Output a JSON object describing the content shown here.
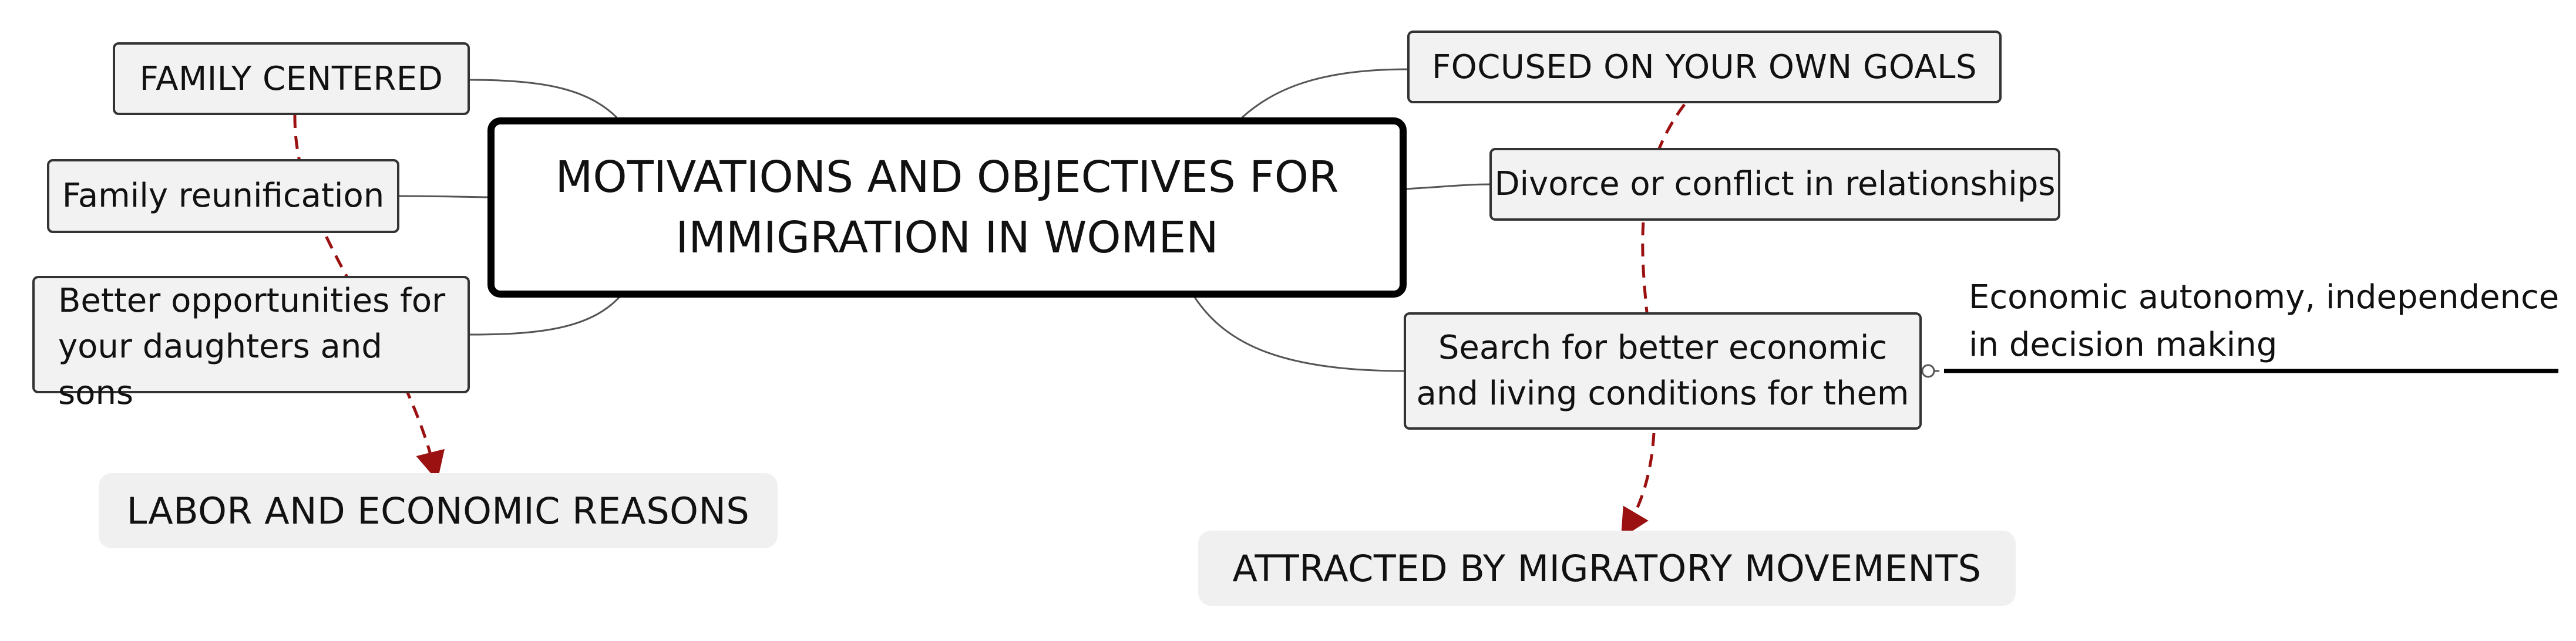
{
  "map": {
    "central": {
      "line1": "MOTIVATIONS AND OBJECTIVES FOR",
      "line2": "IMMIGRATION IN WOMEN"
    },
    "left_branches": {
      "family_centered": "FAMILY CENTERED",
      "family_reunification": "Family reunification",
      "better_opportunities_line1": "Better opportunities for",
      "better_opportunities_line2": "your daughters and sons"
    },
    "right_branches": {
      "own_goals": "FOCUSED ON YOUR OWN GOALS",
      "divorce": "Divorce or conflict in relationships",
      "search_line1": "Search for better economic",
      "search_line2": "and living conditions for them",
      "autonomy_line1": "Economic autonomy, independence",
      "autonomy_line2": "in decision making"
    },
    "floating_topics": {
      "labor": "LABOR AND ECONOMIC REASONS",
      "attracted": "ATTRACTED BY MIGRATORY MOVEMENTS"
    }
  },
  "colors": {
    "relationship_arrow": "#9b1010",
    "connector": "#555555",
    "central_border": "#000000",
    "box_fill": "#f2f2f2"
  }
}
